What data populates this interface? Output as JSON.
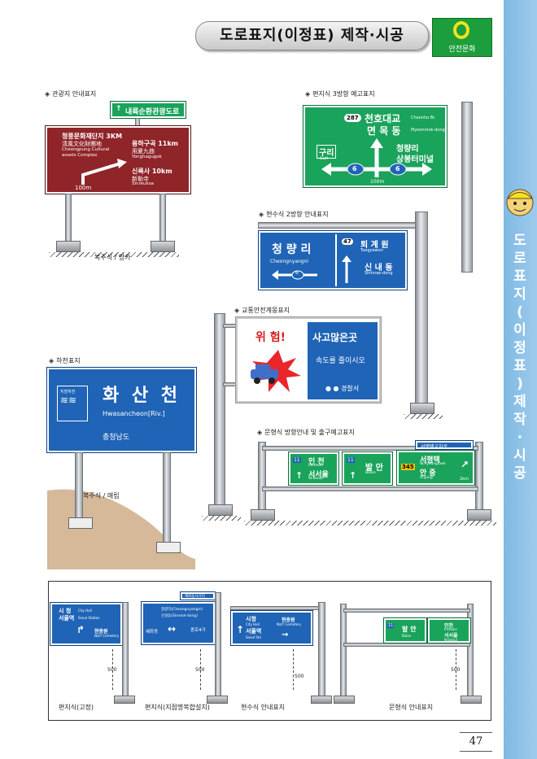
{
  "header": {
    "title": "도로표지(이정표) 제작·시공",
    "logo_text": "안전문화"
  },
  "side_tab": {
    "chars": [
      "도",
      "로",
      "표",
      "지",
      "(",
      "이",
      "정",
      "표",
      ")",
      "제",
      "작",
      "·",
      "시",
      "공"
    ]
  },
  "sections": {
    "tourist": {
      "caption": "관광지 안내표지",
      "subcaption": "복주식 / 앙카",
      "top_sign": "내륙순환관광도로",
      "lines": [
        "청풍문화재단지 3KM",
        "淸風文化財團地",
        "Cheongpung Cultural",
        "assets Complex",
        "용하구곡 11km",
        "用夏九曲",
        "Yonghagugok",
        "신륵사 10km",
        "新勒寺",
        "Sinreuksa"
      ],
      "distance": "100m"
    },
    "three_way": {
      "caption": "편지식 3방향 예고표지",
      "route": "287",
      "l1": "천호대교",
      "l1_en": "Cheonho Br.",
      "l2": "면 목 동",
      "l2_en": "Myeonmok-dong",
      "left": "구리",
      "left_en": "Guri",
      "right1": "청량리",
      "right2": "상봉터미널",
      "num": "6",
      "distance": "100m"
    },
    "overhang": {
      "caption": "현수식 2방향 안내표지",
      "left": "청 량 리",
      "left_en": "Cheongnyangni",
      "route": "47",
      "r1": "퇴 계 원",
      "r1_en": "Toegyewon",
      "r2": "신 내 동",
      "r2_en": "Shinnae-dong",
      "num": "6"
    },
    "safety": {
      "caption": "교통안전계몽표지",
      "danger": "위 험!",
      "msg1": "사고많은곳",
      "msg2": "속도를 줄이시오",
      "police": "● ● 경찰서"
    },
    "river": {
      "caption": "하천표지",
      "subcaption": "복주식 / 매립",
      "badge": "지방하천",
      "name": "화 산 천",
      "name_en": "Hwasancheon[Riv.]",
      "province": "충청남도"
    },
    "gantry": {
      "caption": "문형식 방향안내 및 출구예고표지",
      "exit_tag": "서평택교차로",
      "p1a": "인 천",
      "p1a_en": "Incheon",
      "p1b": "서서울",
      "p1b_en": "W.Seoul",
      "p2": "발 안",
      "p2_en": "Balan",
      "p3a": "서평택",
      "p3a_en": "W.Pyeongtaek",
      "p3b": "안 중",
      "p3b_en": "Anjung",
      "p3_dist": "2km",
      "route345": "345",
      "route11": "11"
    }
  },
  "bottom": {
    "labels": [
      "편지식(고정)",
      "편지식(지점명복합설치)",
      "현수식 안내표지",
      "문형식 안내표지"
    ],
    "dim": "500",
    "s1": {
      "l1": "시 청",
      "l1_en": "City Hall",
      "l2": "서울역",
      "l2_en": "Seoul Station",
      "r": "현충원",
      "r_en": "Nat'l Cemetery"
    },
    "s2": {
      "tag": "혜화동사거리",
      "l1": "청량리(Cheongnyangni)",
      "l2": "신설동(Sinseol-dong)",
      "left": "혜화동",
      "right": "종로4가"
    },
    "s3": {
      "l1": "시청",
      "l1_en": "City Hall",
      "l2": "서울역",
      "l2_en": "Seoul Stn",
      "r": "현충원",
      "r_en": "Nat'l Cemetery"
    },
    "s4": {
      "a": "발 안",
      "a_en": "Balan",
      "b1": "인천",
      "b1_en": "Incheon",
      "b2": "서서울",
      "b2_en": "W.Seoul"
    }
  },
  "page_number": "47",
  "colors": {
    "sign_green": "#1aa35a",
    "sign_blue": "#1f64b6",
    "sign_brown": "#8f2429",
    "side_band": "#8cc1e7"
  }
}
